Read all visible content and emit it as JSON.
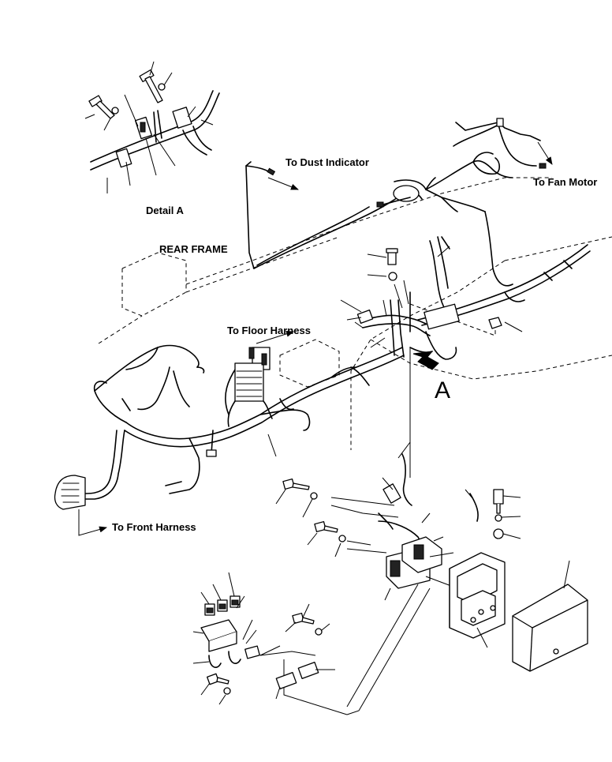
{
  "labels": {
    "dust_indicator": "To Dust Indicator",
    "fan_motor": "To Fan Motor",
    "detail_a": "Detail A",
    "rear_frame": "REAR FRAME",
    "floor_harness": "To Floor Harness",
    "view_a": "A",
    "front_harness": "To Front Harness"
  }
}
